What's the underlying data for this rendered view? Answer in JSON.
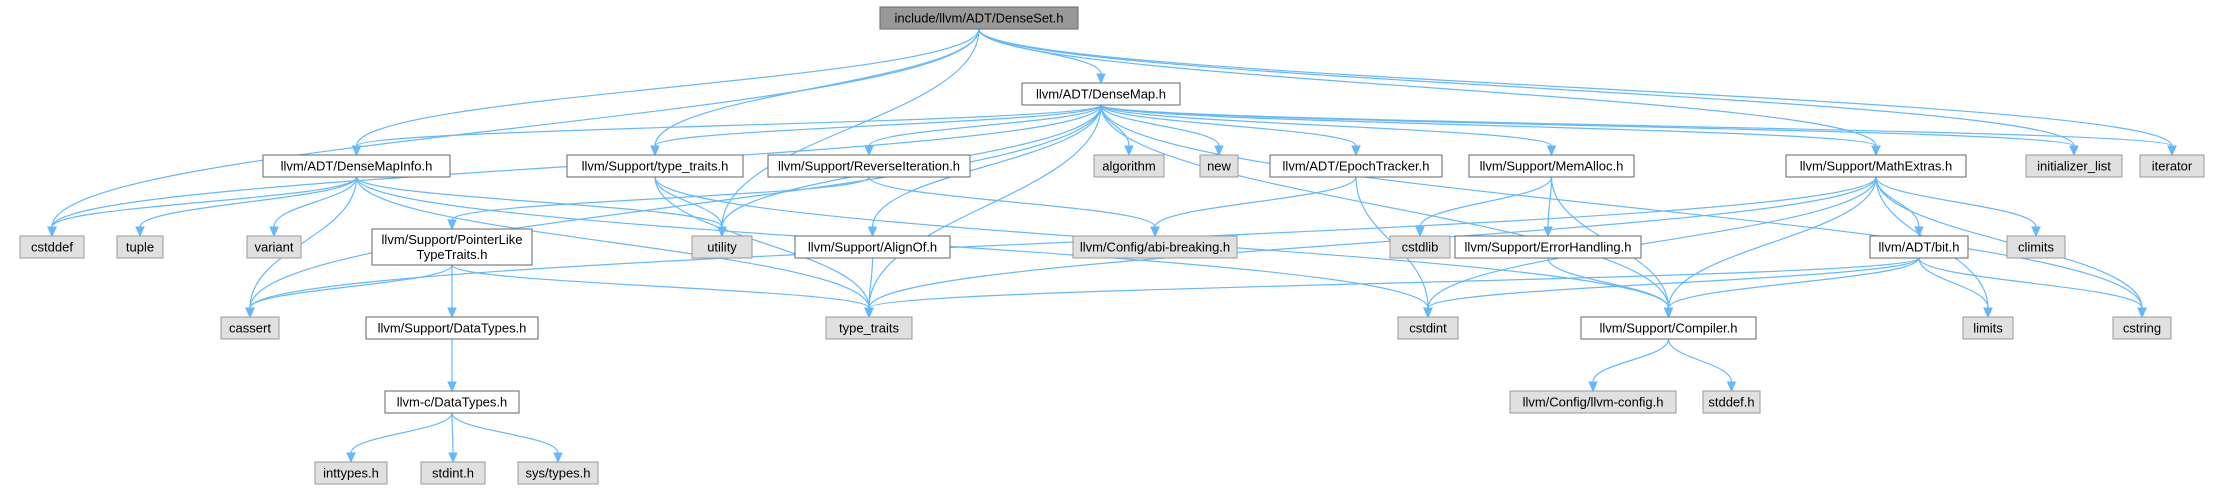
{
  "graph": {
    "colors": {
      "root_fill": "#999999",
      "linked_fill": "#ffffff",
      "external_fill": "#e0e0e0",
      "external_border": "#999999",
      "border": "#666666",
      "edge": "#63b8ff"
    },
    "nodes": [
      {
        "id": "denseset",
        "lines": [
          "include/llvm/ADT/DenseSet.h"
        ],
        "kind": "root"
      },
      {
        "id": "densemap",
        "lines": [
          "llvm/ADT/DenseMap.h"
        ],
        "kind": "linked"
      },
      {
        "id": "densemapinfo",
        "lines": [
          "llvm/ADT/DenseMapInfo.h"
        ],
        "kind": "linked"
      },
      {
        "id": "support_type_traits",
        "lines": [
          "llvm/Support/type_traits.h"
        ],
        "kind": "linked"
      },
      {
        "id": "reverseiteration",
        "lines": [
          "llvm/Support/ReverseIteration.h"
        ],
        "kind": "linked"
      },
      {
        "id": "algorithm",
        "lines": [
          "algorithm"
        ],
        "kind": "external"
      },
      {
        "id": "new",
        "lines": [
          "new"
        ],
        "kind": "external"
      },
      {
        "id": "epochtracker",
        "lines": [
          "llvm/ADT/EpochTracker.h"
        ],
        "kind": "linked"
      },
      {
        "id": "memalloc",
        "lines": [
          "llvm/Support/MemAlloc.h"
        ],
        "kind": "linked"
      },
      {
        "id": "mathextras",
        "lines": [
          "llvm/Support/MathExtras.h"
        ],
        "kind": "linked"
      },
      {
        "id": "initializer_list",
        "lines": [
          "initializer_list"
        ],
        "kind": "external"
      },
      {
        "id": "iterator",
        "lines": [
          "iterator"
        ],
        "kind": "external"
      },
      {
        "id": "cstddef",
        "lines": [
          "cstddef"
        ],
        "kind": "external"
      },
      {
        "id": "tuple",
        "lines": [
          "tuple"
        ],
        "kind": "external"
      },
      {
        "id": "variant",
        "lines": [
          "variant"
        ],
        "kind": "external"
      },
      {
        "id": "utility",
        "lines": [
          "utility"
        ],
        "kind": "external"
      },
      {
        "id": "pointerlike",
        "lines": [
          "llvm/Support/PointerLike",
          "TypeTraits.h"
        ],
        "kind": "linked"
      },
      {
        "id": "alignof",
        "lines": [
          "llvm/Support/AlignOf.h"
        ],
        "kind": "linked"
      },
      {
        "id": "abibreaking",
        "lines": [
          "llvm/Config/abi-breaking.h"
        ],
        "kind": "external"
      },
      {
        "id": "cstdlib",
        "lines": [
          "cstdlib"
        ],
        "kind": "external"
      },
      {
        "id": "errorhandling",
        "lines": [
          "llvm/Support/ErrorHandling.h"
        ],
        "kind": "linked"
      },
      {
        "id": "bit",
        "lines": [
          "llvm/ADT/bit.h"
        ],
        "kind": "linked"
      },
      {
        "id": "climits",
        "lines": [
          "climits"
        ],
        "kind": "external"
      },
      {
        "id": "cassert",
        "lines": [
          "cassert"
        ],
        "kind": "external"
      },
      {
        "id": "type_traits",
        "lines": [
          "type_traits"
        ],
        "kind": "external"
      },
      {
        "id": "cstdint",
        "lines": [
          "cstdint"
        ],
        "kind": "external"
      },
      {
        "id": "compiler",
        "lines": [
          "llvm/Support/Compiler.h"
        ],
        "kind": "linked"
      },
      {
        "id": "limits",
        "lines": [
          "limits"
        ],
        "kind": "external"
      },
      {
        "id": "cstring",
        "lines": [
          "cstring"
        ],
        "kind": "external"
      },
      {
        "id": "datatypes_support",
        "lines": [
          "llvm/Support/DataTypes.h"
        ],
        "kind": "linked"
      },
      {
        "id": "datatypes_c",
        "lines": [
          "llvm-c/DataTypes.h"
        ],
        "kind": "linked"
      },
      {
        "id": "llvmconfig",
        "lines": [
          "llvm/Config/llvm-config.h"
        ],
        "kind": "external"
      },
      {
        "id": "stddef_h",
        "lines": [
          "stddef.h"
        ],
        "kind": "external"
      },
      {
        "id": "inttypes_h",
        "lines": [
          "inttypes.h"
        ],
        "kind": "external"
      },
      {
        "id": "stdint_h",
        "lines": [
          "stdint.h"
        ],
        "kind": "external"
      },
      {
        "id": "systypes_h",
        "lines": [
          "sys/types.h"
        ],
        "kind": "external"
      }
    ],
    "edges": [
      [
        "denseset",
        "densemap"
      ],
      [
        "denseset",
        "densemapinfo"
      ],
      [
        "denseset",
        "mathextras"
      ],
      [
        "denseset",
        "support_type_traits"
      ],
      [
        "denseset",
        "utility"
      ],
      [
        "denseset",
        "cstddef"
      ],
      [
        "denseset",
        "initializer_list"
      ],
      [
        "denseset",
        "iterator"
      ],
      [
        "densemap",
        "densemapinfo"
      ],
      [
        "densemap",
        "support_type_traits"
      ],
      [
        "densemap",
        "reverseiteration"
      ],
      [
        "densemap",
        "algorithm"
      ],
      [
        "densemap",
        "new"
      ],
      [
        "densemap",
        "epochtracker"
      ],
      [
        "densemap",
        "memalloc"
      ],
      [
        "densemap",
        "mathextras"
      ],
      [
        "densemap",
        "initializer_list"
      ],
      [
        "densemap",
        "iterator"
      ],
      [
        "densemap",
        "cstddef"
      ],
      [
        "densemap",
        "cassert"
      ],
      [
        "densemap",
        "utility"
      ],
      [
        "densemap",
        "alignof"
      ],
      [
        "densemap",
        "type_traits"
      ],
      [
        "densemap",
        "compiler"
      ],
      [
        "densemap",
        "cstring"
      ],
      [
        "densemapinfo",
        "cstddef"
      ],
      [
        "densemapinfo",
        "tuple"
      ],
      [
        "densemapinfo",
        "variant"
      ],
      [
        "densemapinfo",
        "cassert"
      ],
      [
        "densemapinfo",
        "utility"
      ],
      [
        "densemapinfo",
        "type_traits"
      ],
      [
        "densemapinfo",
        "cstdint"
      ],
      [
        "support_type_traits",
        "utility"
      ],
      [
        "support_type_traits",
        "type_traits"
      ],
      [
        "support_type_traits",
        "compiler"
      ],
      [
        "reverseiteration",
        "pointerlike"
      ],
      [
        "reverseiteration",
        "abibreaking"
      ],
      [
        "pointerlike",
        "cassert"
      ],
      [
        "pointerlike",
        "datatypes_support"
      ],
      [
        "pointerlike",
        "type_traits"
      ],
      [
        "alignof",
        "type_traits"
      ],
      [
        "epochtracker",
        "abibreaking"
      ],
      [
        "epochtracker",
        "cstdint"
      ],
      [
        "memalloc",
        "cstdlib"
      ],
      [
        "memalloc",
        "errorhandling"
      ],
      [
        "memalloc",
        "compiler"
      ],
      [
        "errorhandling",
        "compiler"
      ],
      [
        "mathextras",
        "bit"
      ],
      [
        "mathextras",
        "compiler"
      ],
      [
        "mathextras",
        "cassert"
      ],
      [
        "mathextras",
        "climits"
      ],
      [
        "mathextras",
        "cstdint"
      ],
      [
        "mathextras",
        "cstring"
      ],
      [
        "mathextras",
        "limits"
      ],
      [
        "mathextras",
        "type_traits"
      ],
      [
        "bit",
        "compiler"
      ],
      [
        "bit",
        "cstdint"
      ],
      [
        "bit",
        "limits"
      ],
      [
        "bit",
        "cstring"
      ],
      [
        "bit",
        "type_traits"
      ],
      [
        "compiler",
        "llvmconfig"
      ],
      [
        "compiler",
        "stddef_h"
      ],
      [
        "datatypes_support",
        "datatypes_c"
      ],
      [
        "datatypes_c",
        "inttypes_h"
      ],
      [
        "datatypes_c",
        "stdint_h"
      ],
      [
        "datatypes_c",
        "systypes_h"
      ]
    ]
  }
}
